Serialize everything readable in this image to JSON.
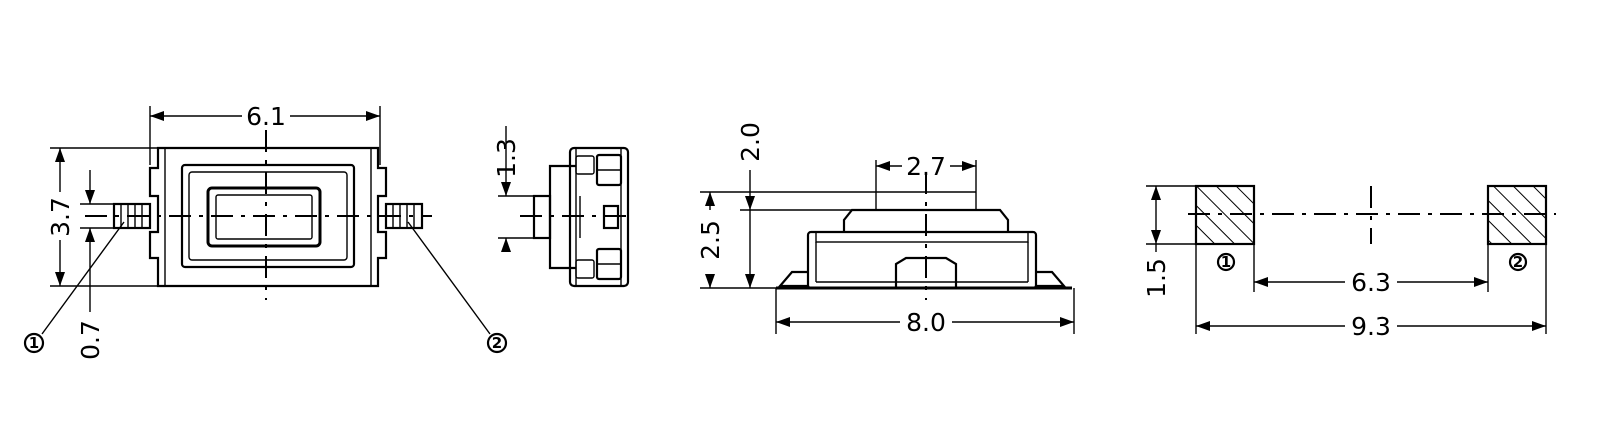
{
  "drawing": {
    "top_view": {
      "width_label": "6.1",
      "height_label": "3.7",
      "lead_width_label": "0.7",
      "pin1_label": "1",
      "pin2_label": "2"
    },
    "side_view": {
      "lead_pitch_label": "1.3"
    },
    "front_view": {
      "stem_width_label": "2.7",
      "total_height_label": "2.5",
      "body_height_label": "2.0",
      "overall_length_label": "8.0"
    },
    "pad_layout": {
      "pad_height_label": "1.5",
      "pad_gap_label": "6.3",
      "overall_span_label": "9.3",
      "pin1_label": "1",
      "pin2_label": "2"
    }
  }
}
